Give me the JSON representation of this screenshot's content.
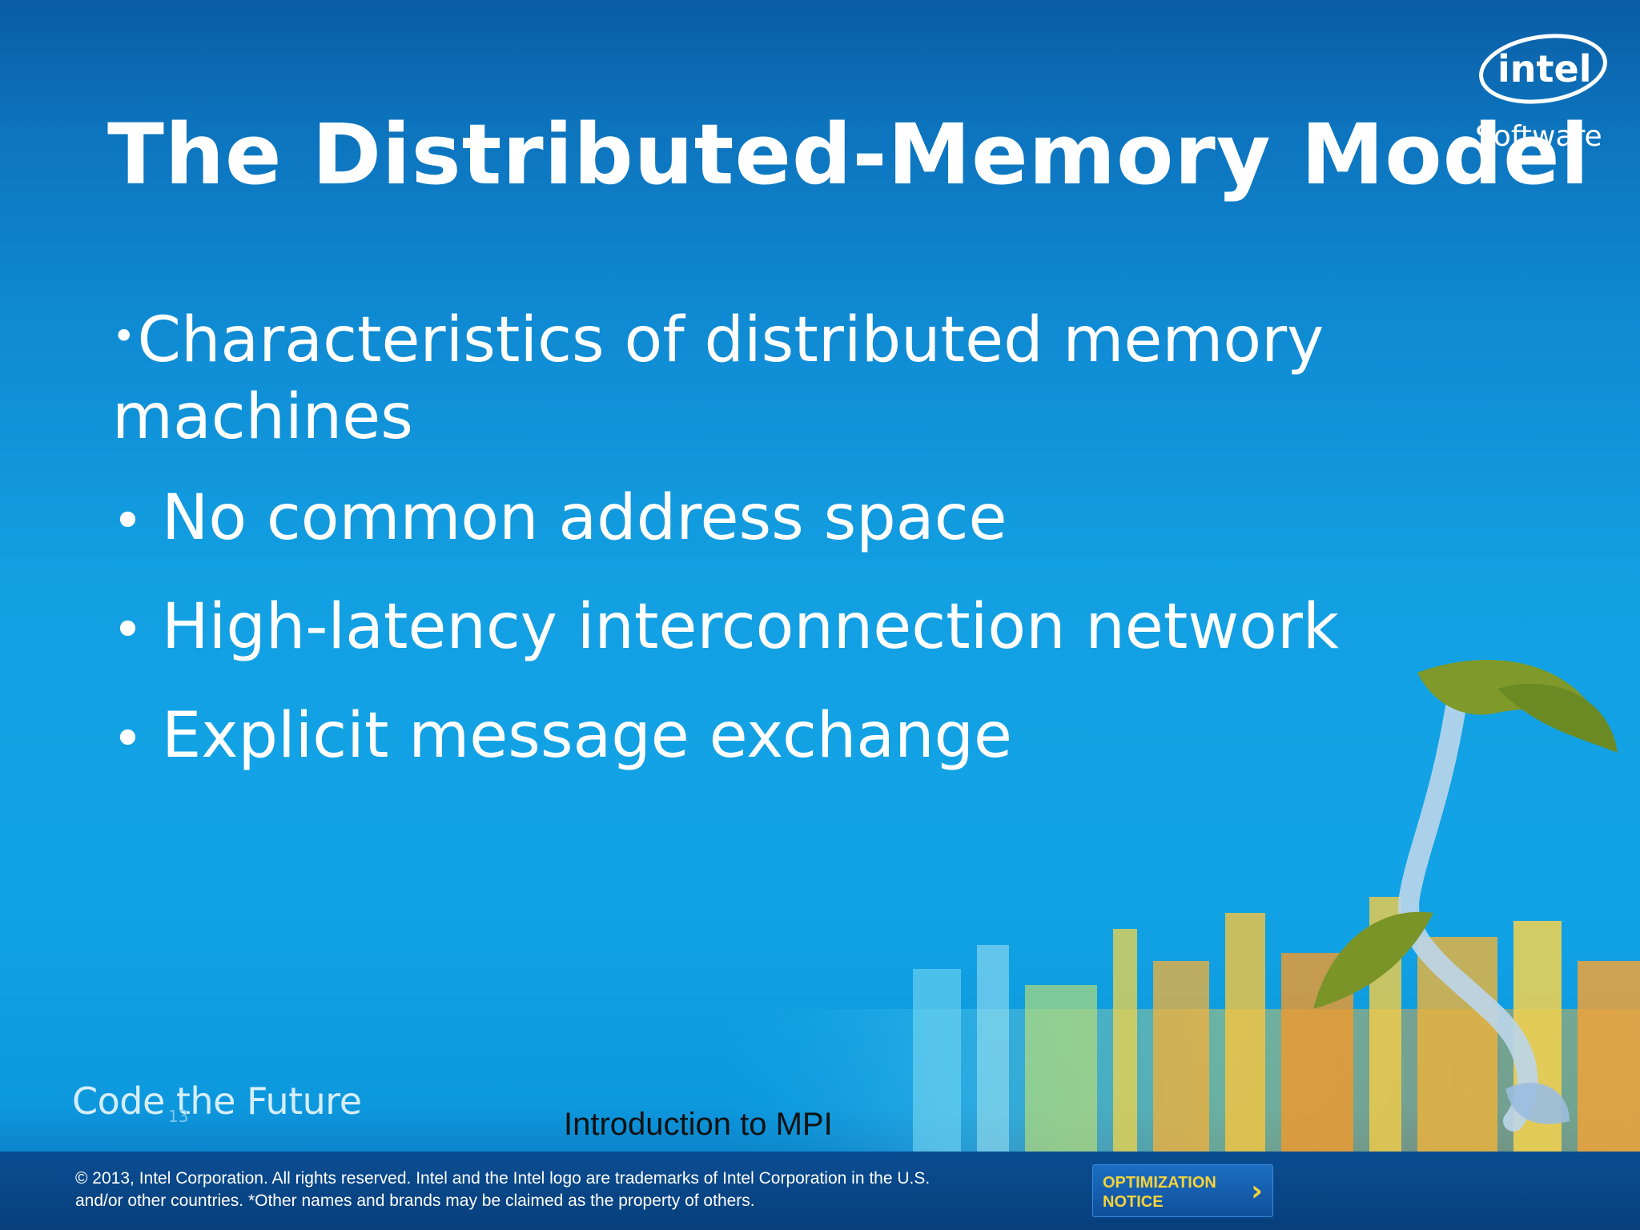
{
  "slide": {
    "title": "The Distributed-Memory Model",
    "bullets": [
      {
        "text": "Characteristics of distributed memory machines"
      },
      {
        "text": "No common address space"
      },
      {
        "text": "High-latency interconnection network"
      },
      {
        "text": "Explicit message exchange"
      }
    ],
    "logo": {
      "brand": "intel",
      "product": "Software"
    },
    "tagline": "Code the Future",
    "page_number": "13",
    "caption": "Introduction to MPI"
  },
  "footer": {
    "copyright_line1": "© 2013, Intel Corporation. All rights reserved. Intel and the Intel logo are trademarks of Intel Corporation in the U.S.",
    "copyright_line2": "and/or other countries. *Other names and brands may be claimed as the property of others.",
    "optimization_line1": "OPTIMIZATION",
    "optimization_line2": "NOTICE"
  },
  "colors": {
    "background_top": "#0a5da4",
    "background_mid": "#13a0e3",
    "footer": "#083f7c",
    "optimization_text": "#f5d33a",
    "title_text": "#ffffff"
  }
}
